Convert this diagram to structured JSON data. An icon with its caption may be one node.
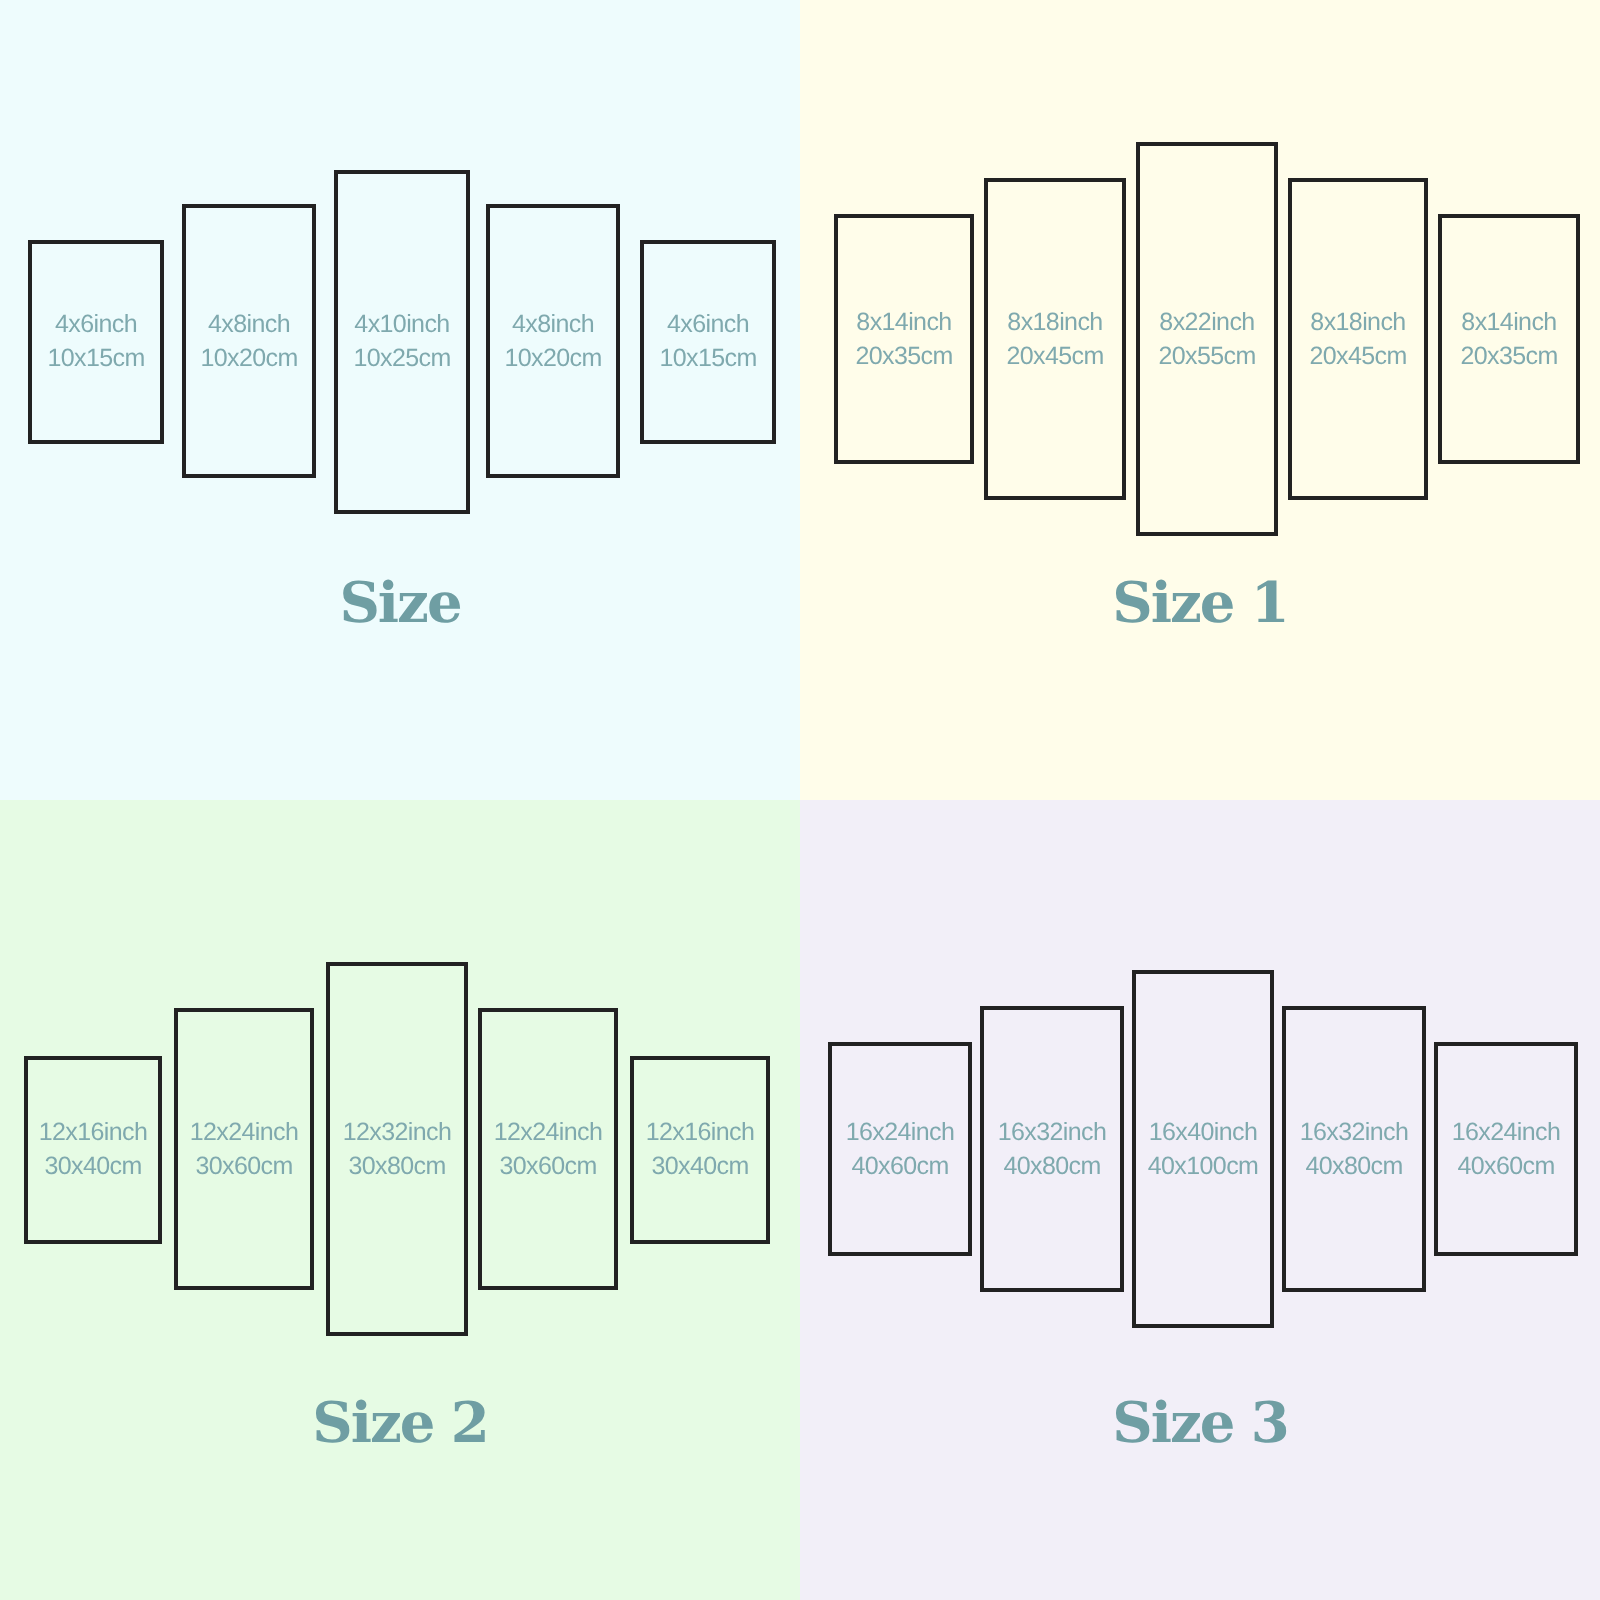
{
  "diagram": {
    "nodes": [
      {
        "text": [
          "Size"
        ]
      },
      {
        "text": [
          "4x6inch",
          "10x15cm"
        ],
        "in": 0
      },
      {
        "text": [
          "4x8inch",
          "10x20cm"
        ],
        "in": 0
      },
      {
        "text": [
          "4x10inch",
          "10x25cm"
        ],
        "in": 0
      },
      {
        "text": [
          "4x8inch",
          "10x20cm"
        ],
        "in": 0
      },
      {
        "text": [
          "4x6inch",
          "10x15cm"
        ],
        "in": 0
      },
      {
        "text": [
          "Size 1"
        ]
      },
      {
        "text": [
          "8x14inch",
          "20x35cm"
        ],
        "in": 6
      },
      {
        "text": [
          "8x18inch",
          "20x45cm"
        ],
        "in": 6
      },
      {
        "text": [
          "8x22inch",
          "20x55cm"
        ],
        "in": 6
      },
      {
        "text": [
          "8x18inch",
          "20x45cm"
        ],
        "in": 6
      },
      {
        "text": [
          "8x14inch",
          "20x35cm"
        ],
        "in": 6
      },
      {
        "text": [
          "Size 2"
        ]
      },
      {
        "text": [
          "12x16inch",
          "30x40cm"
        ],
        "in": 12
      },
      {
        "text": [
          "12x24inch",
          "30x60cm"
        ],
        "in": 12
      },
      {
        "text": [
          "12x32inch",
          "30x80cm"
        ],
        "in": 12
      },
      {
        "text": [
          "12x24inch",
          "30x60cm"
        ],
        "in": 12
      },
      {
        "text": [
          "12x16inch",
          "30x40cm"
        ],
        "in": 12
      },
      {
        "text": [
          "Size 3"
        ]
      },
      {
        "text": [
          "16x24inch",
          "40x60cm"
        ],
        "in": 18
      },
      {
        "text": [
          "16x32inch",
          "40x80cm"
        ],
        "in": 18
      },
      {
        "text": [
          "16x40inch",
          "40x100cm"
        ],
        "in": 18
      },
      {
        "text": [
          "16x32inch",
          "40x80cm"
        ],
        "in": 18
      },
      {
        "text": [
          "16x24inch",
          "40x60cm"
        ],
        "in": 18
      }
    ]
  }
}
